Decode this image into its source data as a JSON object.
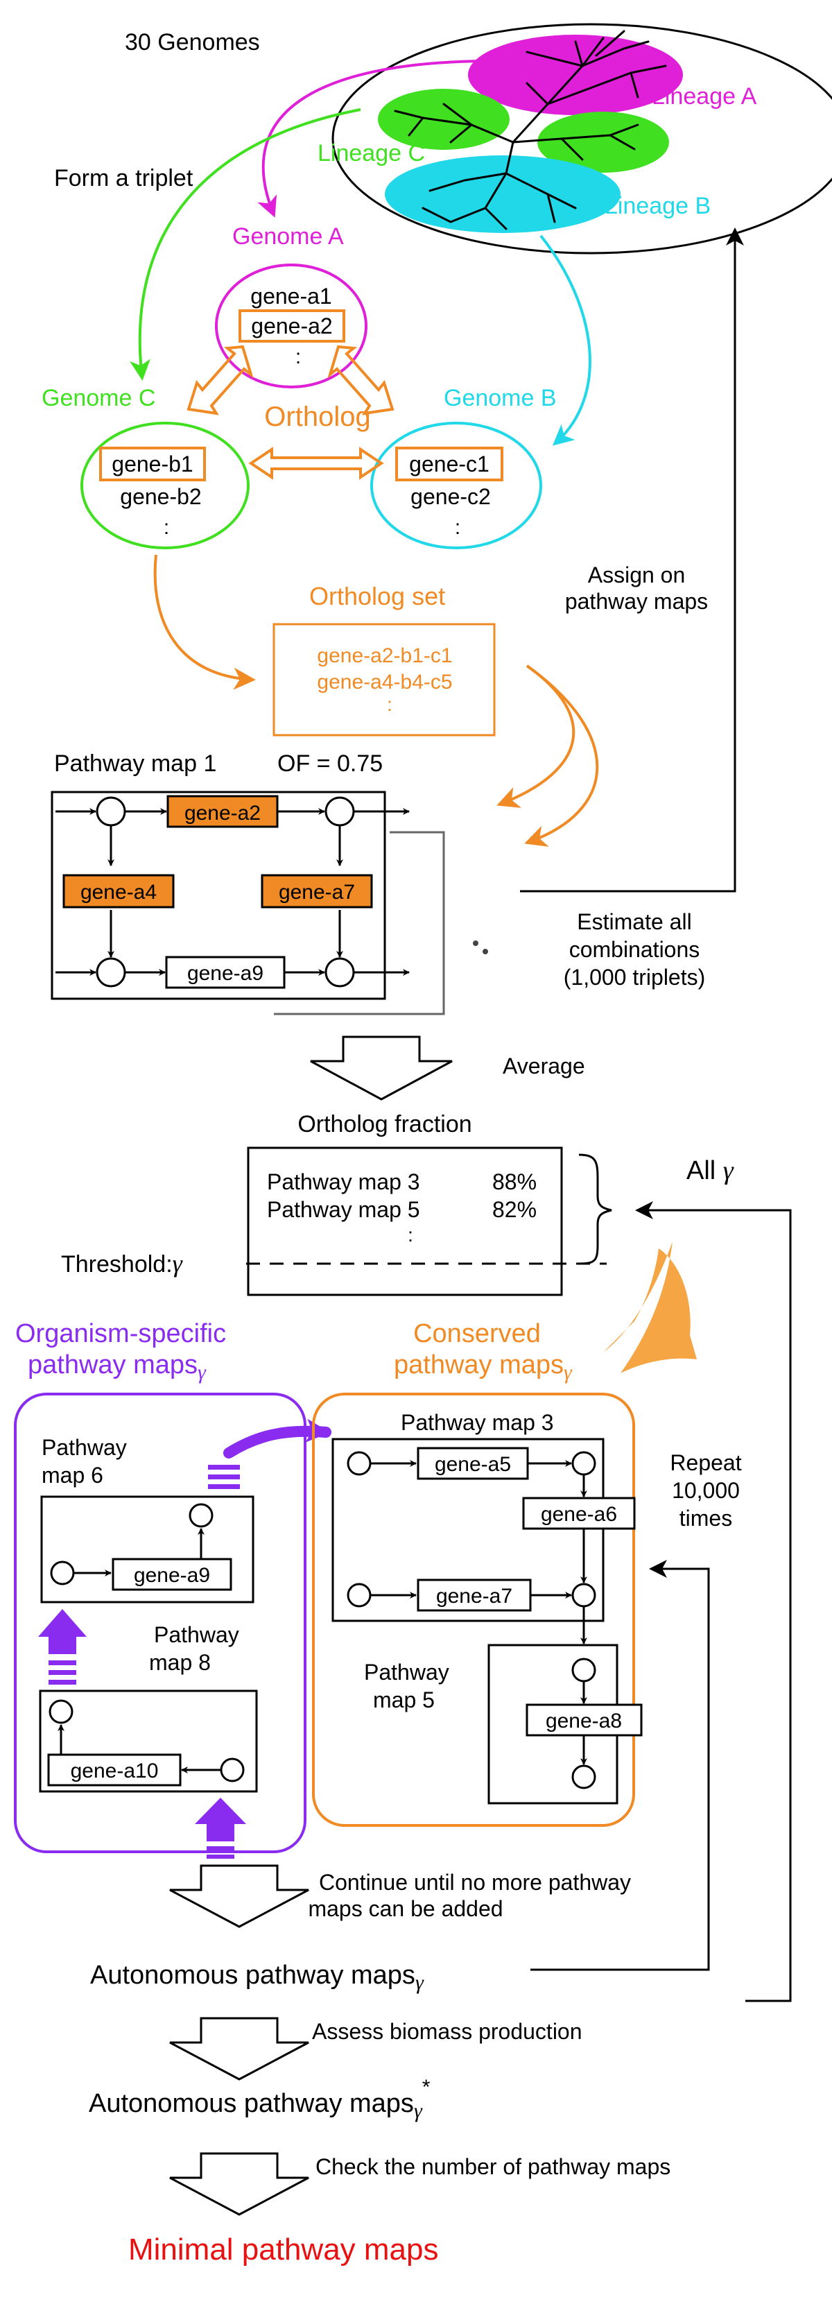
{
  "colors": {
    "lineage_a": "#e020d8",
    "lineage_b": "#20d8e8",
    "lineage_c": "#40e020",
    "orange": "#f08a24",
    "purple": "#8a2cf0",
    "red": "#e81010",
    "black": "#000000",
    "light_orange": "#f6a544"
  },
  "top": {
    "genomes_label": "30 Genomes",
    "form_triplet": "Form a triplet",
    "lineage_a": "Lineage A",
    "lineage_b": "Lineage B",
    "lineage_c": "Lineage C"
  },
  "genome_a": {
    "title": "Genome A",
    "genes": [
      "gene-a1",
      "gene-a2"
    ],
    "dots": ":"
  },
  "genome_b": {
    "title": "Genome B",
    "genes": [
      "gene-c1",
      "gene-c2"
    ],
    "dots": ":"
  },
  "genome_c": {
    "title": "Genome C",
    "genes": [
      "gene-b1",
      "gene-b2"
    ],
    "dots": ":"
  },
  "ortholog_label": "Ortholog",
  "ortholog_set": {
    "title": "Ortholog set",
    "rows": [
      "gene-a2-b1-c1",
      "gene-a4-b4-c5"
    ],
    "dots": ":"
  },
  "assign_text": [
    "Assign on",
    "pathway maps"
  ],
  "pathway_map1": {
    "title": "Pathway map 1",
    "of_label": "OF = 0.75",
    "genes": [
      "gene-a2",
      "gene-a4",
      "gene-a7",
      "gene-a9"
    ]
  },
  "estimate_text": [
    "Estimate all",
    "combinations",
    "(1,000 triplets)"
  ],
  "average_label": "Average",
  "ortholog_fraction": {
    "title": "Ortholog fraction",
    "rows": [
      {
        "name": "Pathway map 3",
        "value": "88%"
      },
      {
        "name": "Pathway map 5",
        "value": "82%"
      }
    ],
    "dots": ":",
    "threshold": "Threshold:",
    "gamma": "γ"
  },
  "all_gamma": {
    "text": "All ",
    "gamma": "γ"
  },
  "organism_specific": {
    "title_line1": "Organism-specific",
    "title_line2": "pathway maps",
    "gamma": "γ",
    "map6": {
      "title_line1": "Pathway",
      "title_line2": "map 6",
      "gene": "gene-a9"
    },
    "map8": {
      "title_line1": "Pathway",
      "title_line2": "map 8",
      "gene": "gene-a10"
    }
  },
  "conserved": {
    "title_line1": "Conserved",
    "title_line2": "pathway maps",
    "gamma": "γ",
    "map3": {
      "title": "Pathway map 3",
      "genes": [
        "gene-a5",
        "gene-a6",
        "gene-a7"
      ]
    },
    "map5": {
      "title_line1": "Pathway",
      "title_line2": "map  5",
      "gene": "gene-a8"
    }
  },
  "repeat_text": [
    "Repeat",
    "10,000",
    "times"
  ],
  "continue_text": [
    "Continue until no more pathway",
    "maps can be added"
  ],
  "autonomous": {
    "text": "Autonomous pathway maps",
    "gamma": "γ"
  },
  "assess_text": "Assess biomass production",
  "autonomous_star": {
    "text": "Autonomous pathway maps",
    "gamma": "γ",
    "star": "*"
  },
  "check_text": "Check the number of pathway maps",
  "minimal_text": "Minimal pathway maps"
}
